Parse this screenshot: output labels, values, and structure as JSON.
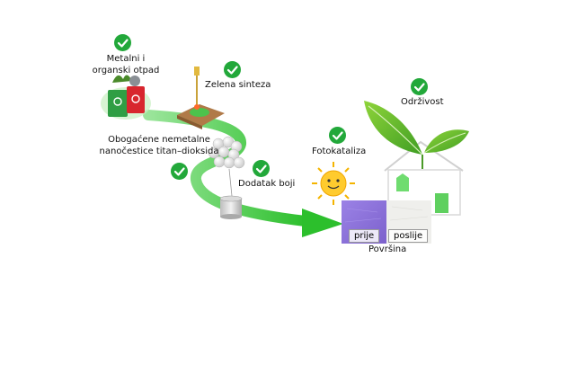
{
  "labels": {
    "waste": "Metalni i organski otpad",
    "waste_line1": "Metalni i",
    "waste_line2": "organski otpad",
    "synthesis": "Zelena sinteza",
    "nanoparticles_line1": "Obogaćene nemetalne",
    "nanoparticles_line2": "nanočestice titan–dioksida",
    "dye": "Dodatak boji",
    "photocatalysis": "Fotokataliza",
    "sustainability": "Održivost",
    "before": "prije",
    "after": "poslije",
    "surface": "Površina"
  },
  "colors": {
    "check": "#22a83a",
    "arrow_green": "#3cc83c",
    "leaf_green": "#5cb82e",
    "before_tile": "#8d72d8",
    "after_tile": "#efefec",
    "bin_green": "#2f9e44",
    "bin_red": "#d8262e"
  },
  "icons": [
    "check-icon",
    "recycle-bin-icon",
    "synthesis-apparatus-icon",
    "nanoparticle-cluster-icon",
    "paint-can-icon",
    "sun-icon",
    "leaves-icon",
    "house-icon"
  ]
}
